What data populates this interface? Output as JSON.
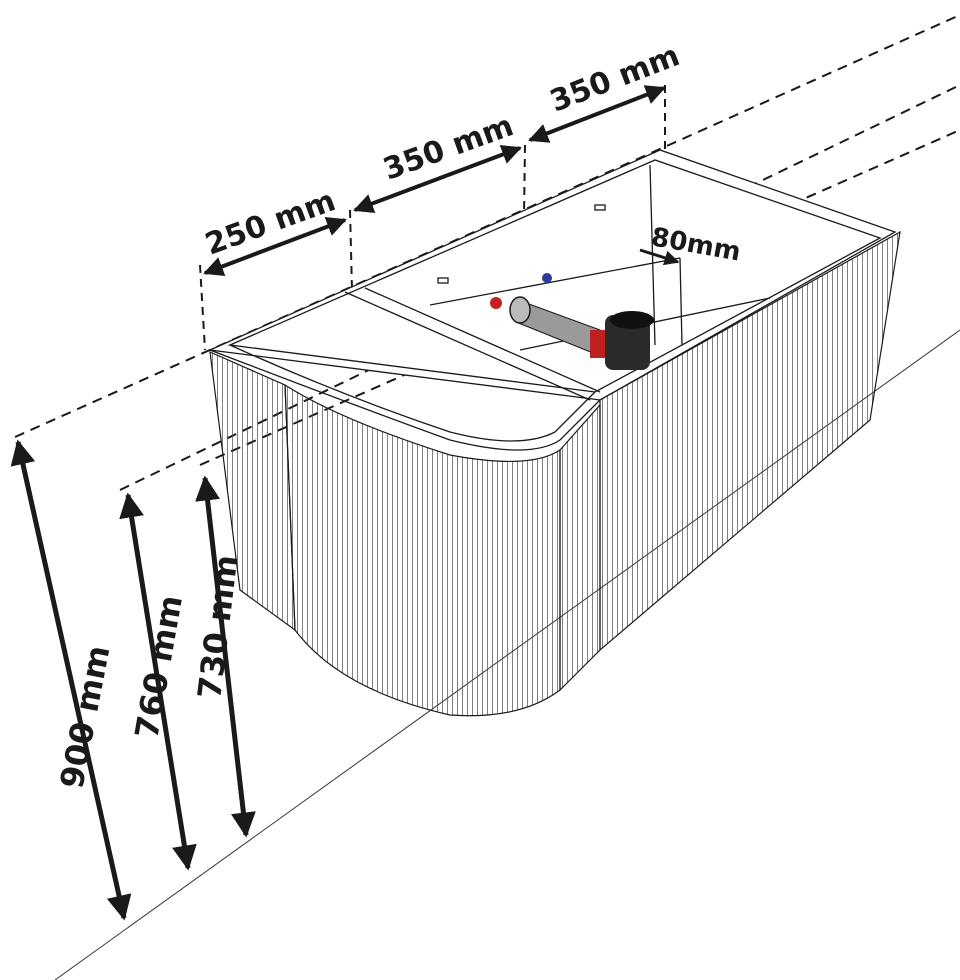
{
  "dimensions": {
    "width_left": "250 mm",
    "width_middle": "350 mm",
    "width_right": "350 mm",
    "offset": "80mm",
    "height_total": "900 mm",
    "height_upper": "760 mm",
    "height_lower": "730 mm"
  },
  "colors": {
    "line": "#1a1a1a",
    "valve_red": "#c0201e",
    "valve_blue": "#2a3c9a",
    "pipe": "#9a9a9a",
    "trap": "#2b2b2b"
  }
}
